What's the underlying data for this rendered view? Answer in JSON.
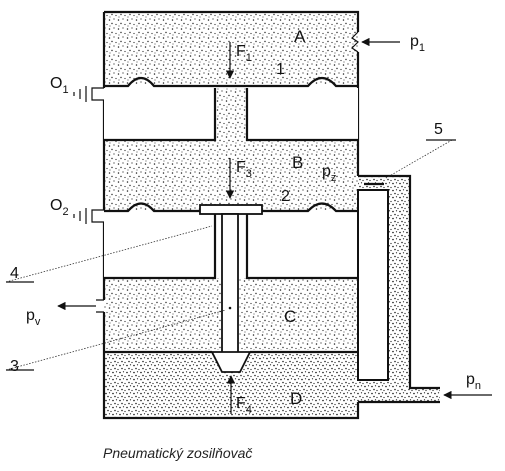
{
  "labels": {
    "chamber_a": "A",
    "chamber_b": "B",
    "chamber_c": "C",
    "chamber_d": "D",
    "membrane_1": "1",
    "membrane_2": "2",
    "part_3": "3",
    "part_4": "4",
    "part_5": "5",
    "orifice_1": {
      "base": "O",
      "sub": "1"
    },
    "orifice_2": {
      "base": "O",
      "sub": "2"
    },
    "force_1": {
      "base": "F",
      "sub": "1"
    },
    "force_3": {
      "base": "F",
      "sub": "3"
    },
    "force_4": {
      "base": "F",
      "sub": "4"
    },
    "pressure_1": {
      "base": "p",
      "sub": "1"
    },
    "pressure_z": {
      "base": "p",
      "sub": "z"
    },
    "pressure_v": {
      "base": "p",
      "sub": "v"
    },
    "pressure_n": {
      "base": "p",
      "sub": "n"
    }
  },
  "caption": "Pneumatický zosilňovač"
}
